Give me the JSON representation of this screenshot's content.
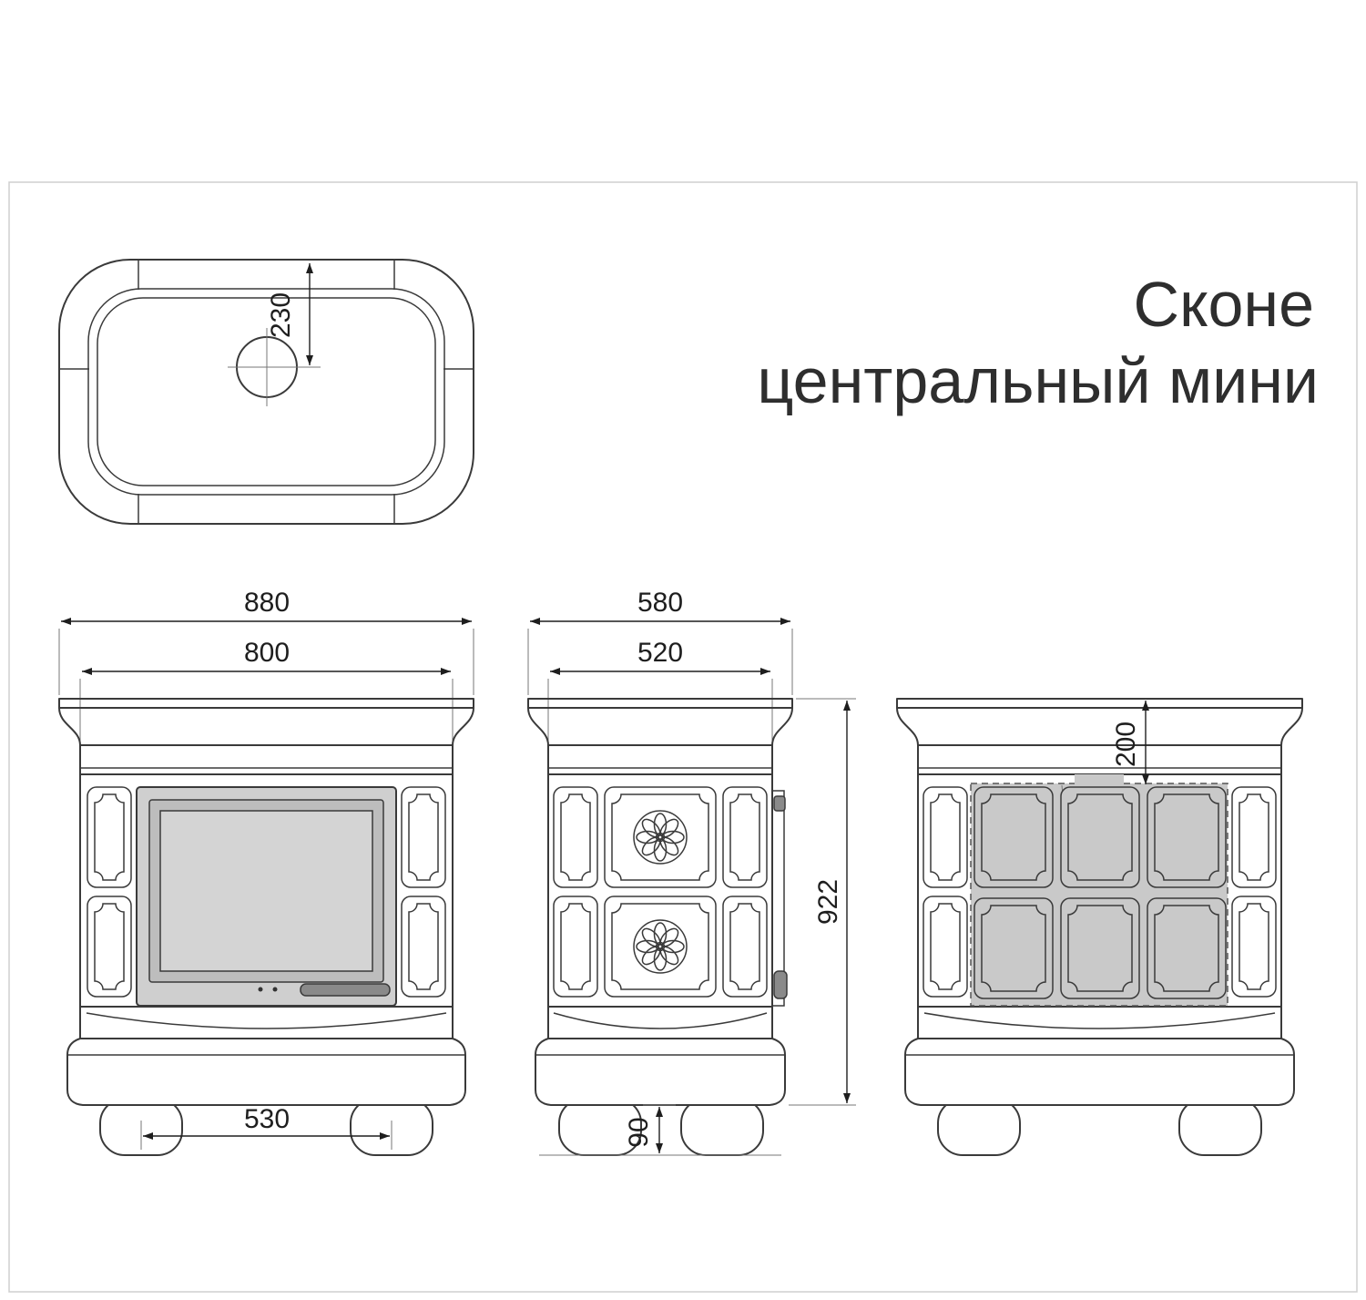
{
  "title": {
    "line1": "Сконе",
    "line2": "центральный мини"
  },
  "dims": {
    "top_offset": "230",
    "front_outer": "880",
    "front_inner": "800",
    "front_feet": "530",
    "side_outer": "580",
    "side_inner": "520",
    "height": "922",
    "foot_height": "90",
    "back_offset": "200"
  }
}
